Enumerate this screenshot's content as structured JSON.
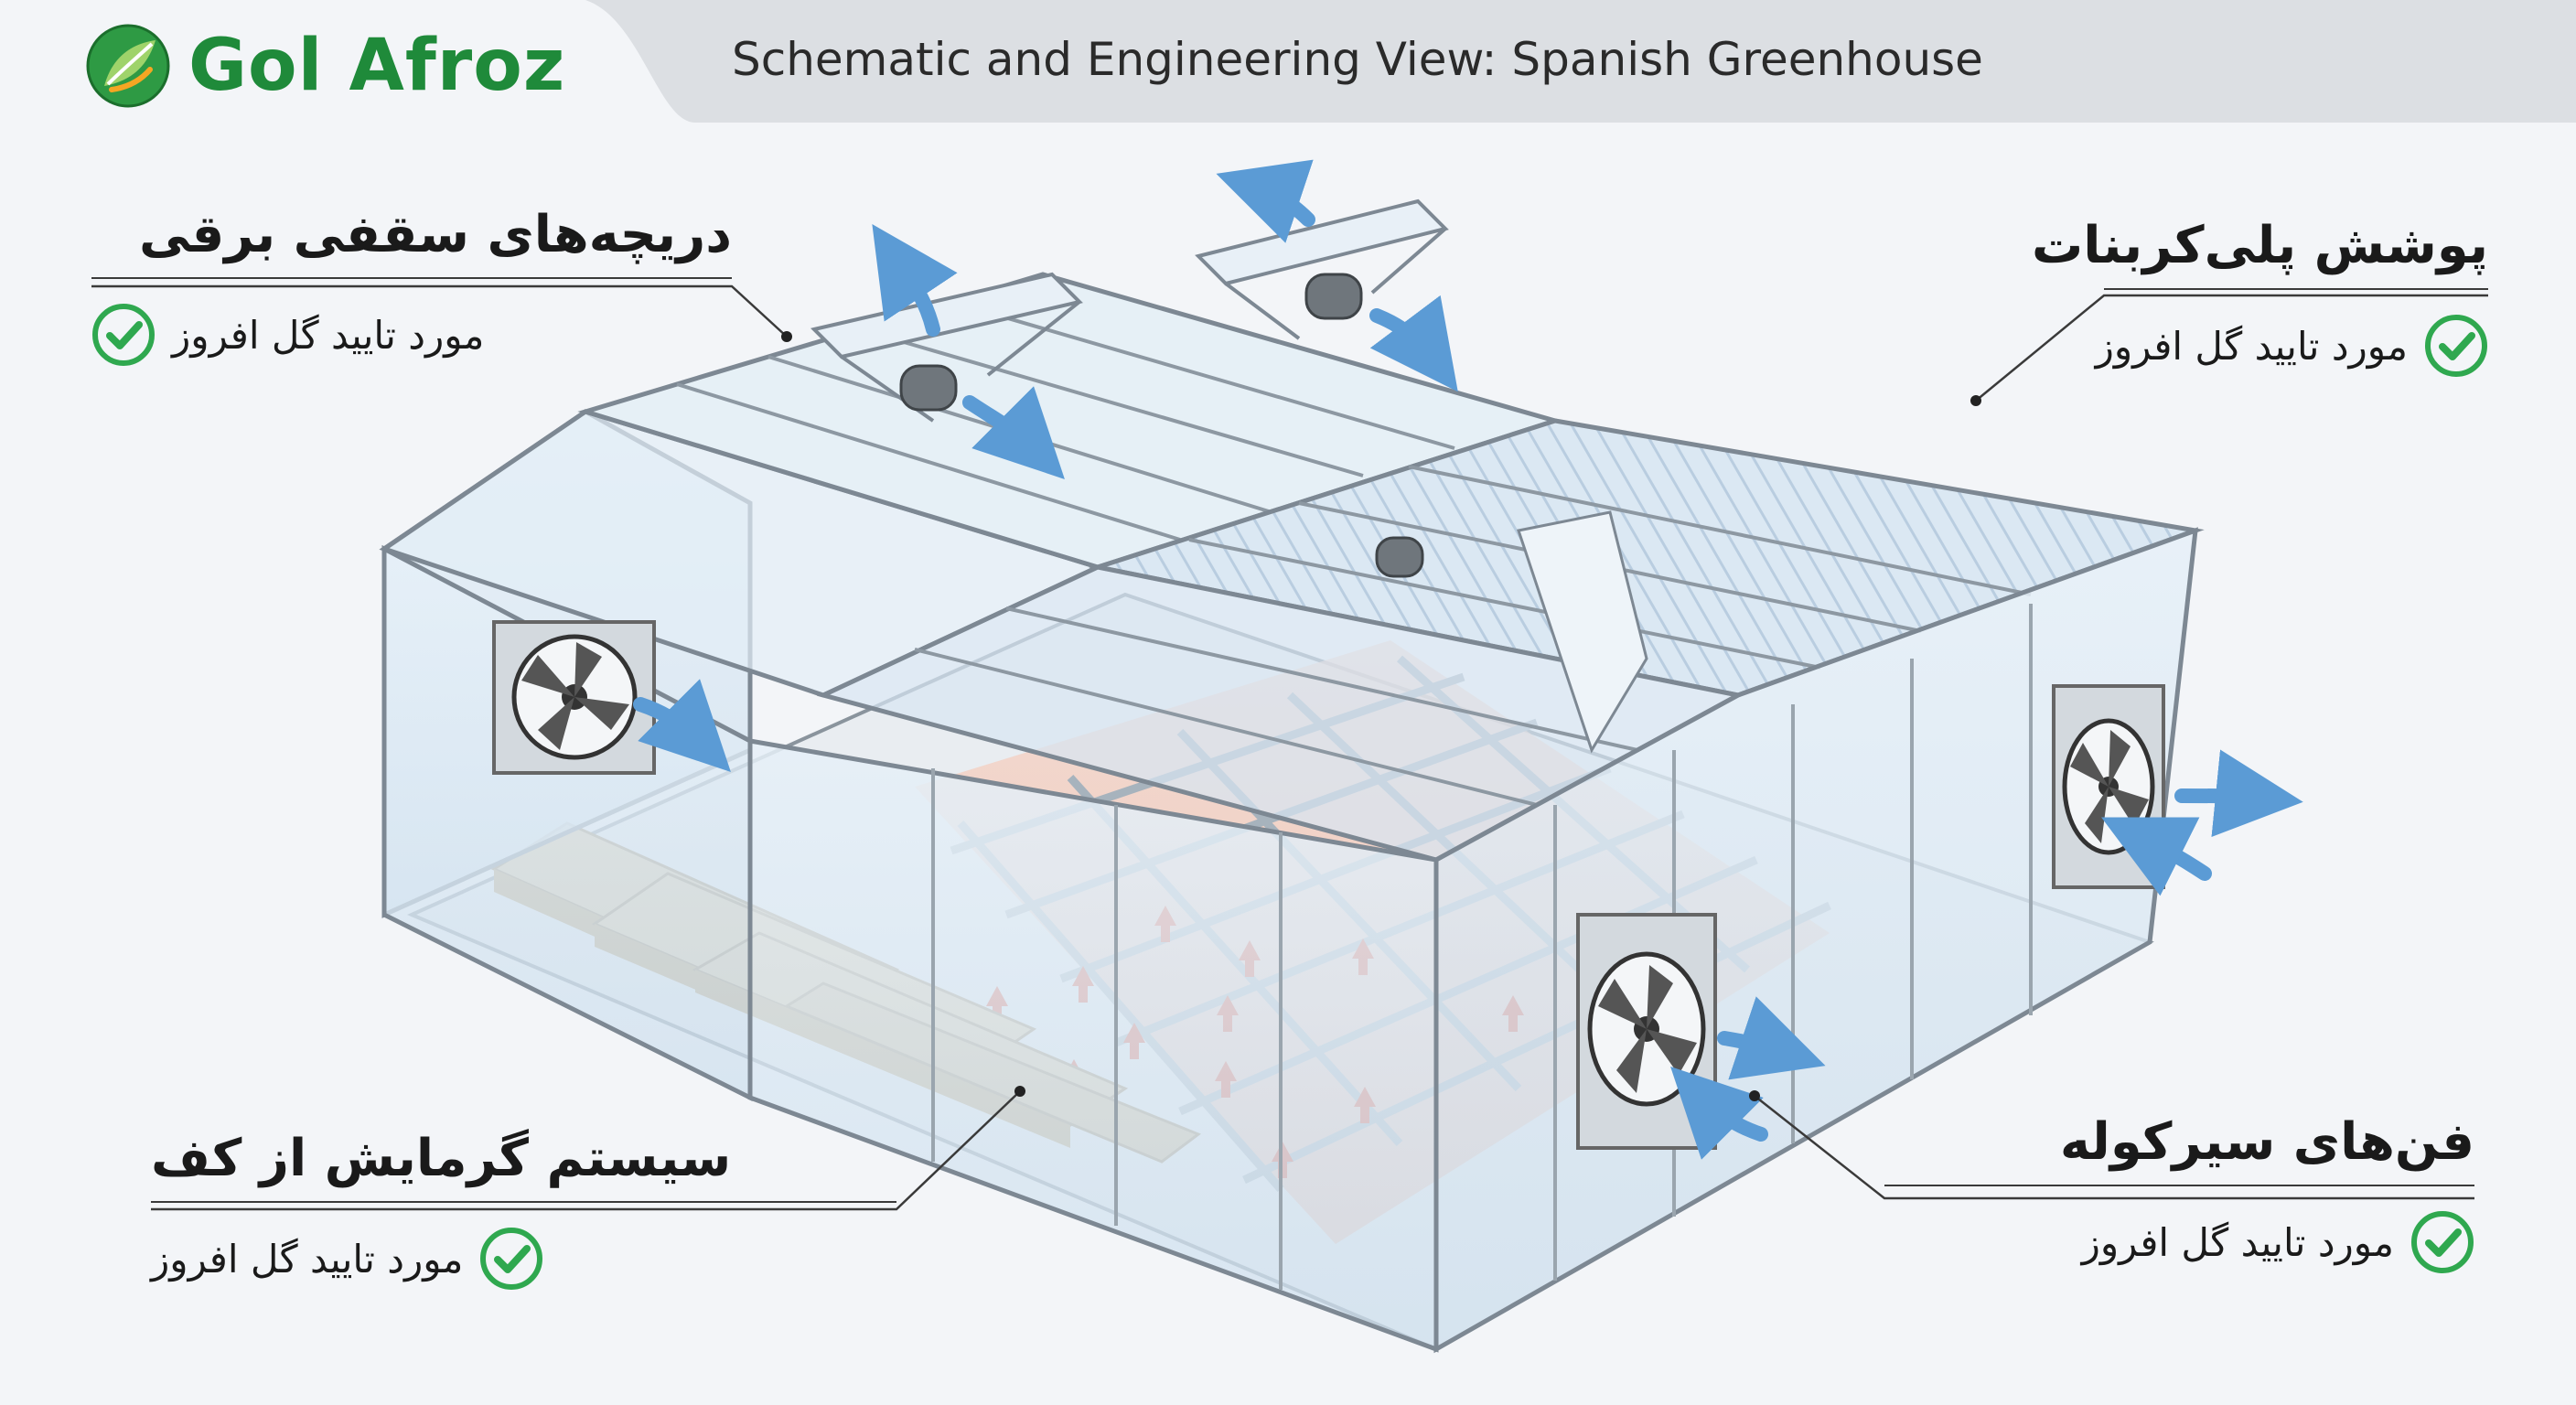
{
  "brand": {
    "name": "Gol Afroz",
    "color": "#1f8a3a"
  },
  "header": {
    "title": "Schematic and Engineering View: Spanish Greenhouse",
    "bar_color": "#dcdfe3"
  },
  "callouts": [
    {
      "id": "roof-vents",
      "title": "دریچه‌های سقفی برقی",
      "status": "مورد تایید گل افروز"
    },
    {
      "id": "polycarbonate",
      "title": "پوشش پلی‌کربنات",
      "status": "مورد تایید گل افروز"
    },
    {
      "id": "floor-heating",
      "title": "سیستم گرمایش از کف",
      "status": "مورد تایید گل افروز"
    },
    {
      "id": "circulation-fans",
      "title": "فن‌های سیرکوله",
      "status": "مورد تایید گل افروز"
    }
  ],
  "icons": {
    "check": "check-circle-icon",
    "logo": "leaf-logo-icon",
    "fan": "fan-icon",
    "airflow": "airflow-arrow-icon",
    "heat": "heat-arrow-icon"
  },
  "colors": {
    "check_green": "#2fa84f",
    "airflow_blue": "#5b9bd5",
    "heat_red": "#e2553d",
    "frame": "#7d8893",
    "glass": "#d6e6f3"
  }
}
